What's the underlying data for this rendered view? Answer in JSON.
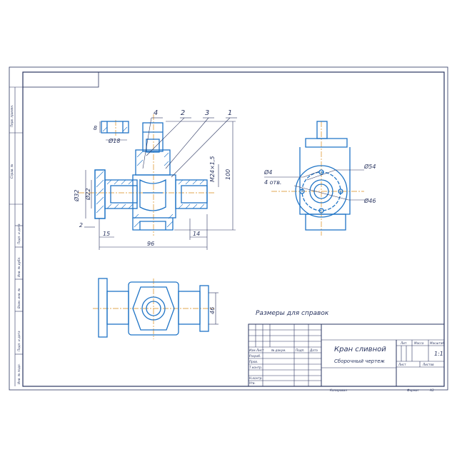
{
  "balloons": [
    "4",
    "2",
    "3",
    "1"
  ],
  "dimensions": {
    "d8": "8",
    "d18": "Ø18",
    "d32": "Ø32",
    "d22": "Ø22",
    "d2": "2",
    "d15": "15",
    "d96": "96",
    "d14": "14",
    "d100": "100",
    "thread": "M24×1,5",
    "d46v": "46",
    "d4": "Ø4",
    "holes": "4 отв.",
    "d54": "Ø54",
    "d46": "Ø46"
  },
  "note": "Размеры для справок",
  "side_stamp": {
    "perv": "Перв. примен.",
    "sprav": "Справ. №",
    "podp1": "Подп. и дата",
    "inv_dubl": "Инв. № дубл.",
    "vzam": "Взам. инв. №",
    "podp2": "Подп. и дата",
    "inv_podl": "Инв. № подл."
  },
  "title_block": {
    "title": "Кран сливной",
    "subtitle": "Сборочный чертеж",
    "lit": "Лит.",
    "massa": "Масса",
    "masshtab": "Масштаб",
    "scale": "1:1",
    "list": "Лист",
    "listov": "Листов",
    "izm": "Изм.",
    "list_col": "Лист",
    "ndok": "№ докум.",
    "podp": "Подп.",
    "data": "Дата",
    "razrab": "Разраб.",
    "prov": "Пров.",
    "tkontr": "Т.контр.",
    "nkontr": "Н.контр.",
    "utv": "Утв.",
    "kopiroval": "Копировал",
    "format": "Формат",
    "format_val": "А3"
  }
}
